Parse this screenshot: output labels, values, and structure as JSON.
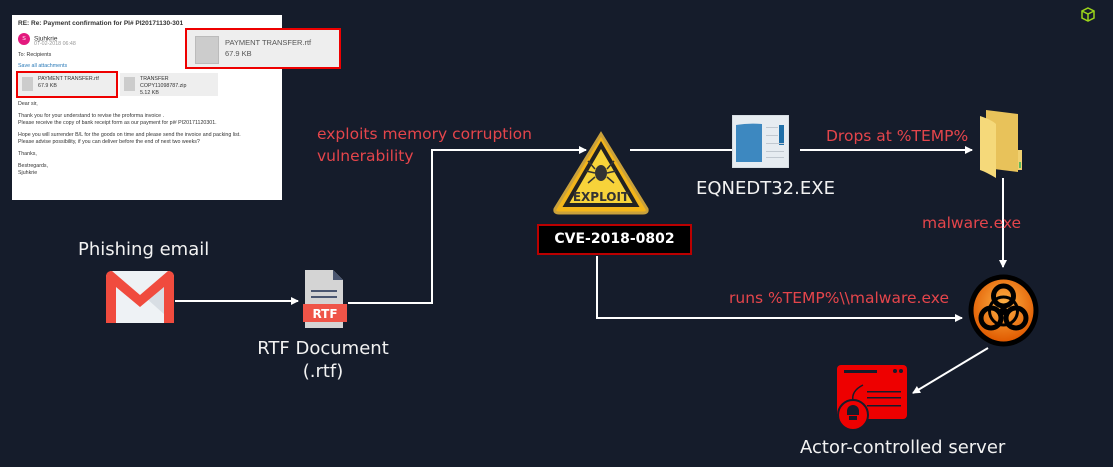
{
  "email": {
    "subject": "RE: Re: Payment confirmation for PI# PI20171130-301",
    "sender_initial": "S",
    "sender": "Sjuhkrie",
    "date": "07-02-2018 06:48",
    "to": "To: Recipients",
    "save_all": "Save all attachments",
    "attachments": [
      {
        "name": "PAYMENT TRANSFER.rtf",
        "size": "67.9 KB"
      },
      {
        "name": "TRANSFER COPY11098787.zip",
        "size": "5.12 KB"
      }
    ],
    "greeting": "Dear sir,",
    "body1": "Thank you for your understand to revise the proforma invoice .",
    "body2": "Please receive the copy of bank receipt form as our payment for pi# PI20171120301.",
    "body3": "Hope you will surrender B/L for the goods on time and please send the invoice and packing list.",
    "body4": "Please advise possibility, if you can deliver before the end of next two weeks?",
    "thanks": "Thanks,",
    "signoff": "Bestregards,",
    "signature": "Sjuhkrie"
  },
  "zoomed_attachment": {
    "name": "PAYMENT TRANSFER.rtf",
    "size": "67.9 KB"
  },
  "nodes": {
    "phishing": "Phishing email",
    "rtf_line1": "RTF Document",
    "rtf_line2": "(.rtf)",
    "rtf_badge": "RTF",
    "exploit_badge": "EXPLOIT",
    "cve": "CVE-2018-0802",
    "eqnedt": "EQNEDT32.EXE",
    "server": "Actor-controlled server"
  },
  "edges": {
    "exploit_line1": "exploits memory corruption",
    "exploit_line2": "vulnerability",
    "drops": "Drops at %TEMP%",
    "malware": "malware.exe",
    "runs": "runs %TEMP%\\\\malware.exe"
  },
  "colors": {
    "background": "#151c2b",
    "accent_red": "#e4454b",
    "cube": "#9bd31b"
  }
}
